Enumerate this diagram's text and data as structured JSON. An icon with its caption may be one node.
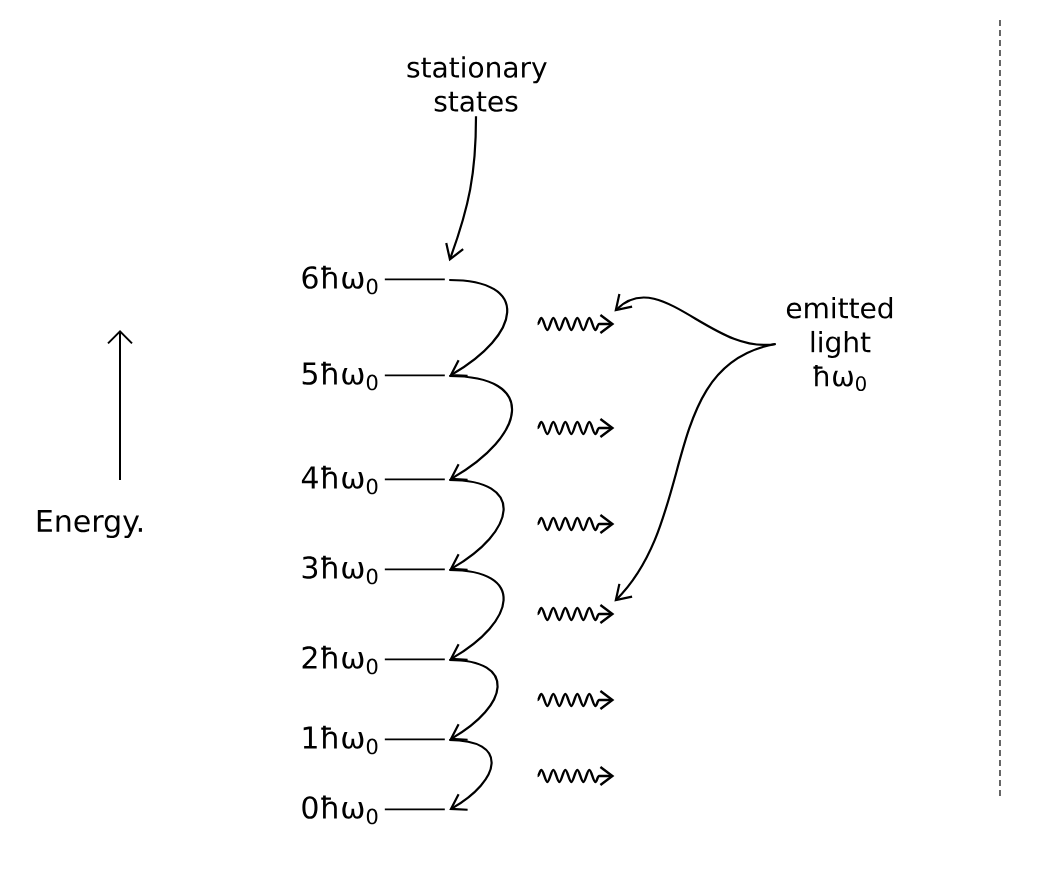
{
  "diagram": {
    "nodes": [
      {
        "text": [
          "stationary states"
        ]
      },
      {
        "text": [
          "6ħω$_{0}$"
        ]
      },
      {
        "text": [
          "5ħω$_{0}$"
        ]
      },
      {
        "text": [
          "4ħω$_{0}$"
        ]
      },
      {
        "text": [
          "3ħω$_{0}$"
        ]
      },
      {
        "text": [
          "2ħω$_{0}$"
        ]
      },
      {
        "text": [
          "1ħω$_{0}$"
        ]
      },
      {
        "text": [
          "0ħω$_{0}$"
        ]
      },
      {
        "text": [
          "emitted light ħω$_{0}$"
        ]
      },
      {
        "text": [],
        "shape": "squiggle"
      },
      {
        "text": [],
        "shape": "squiggle"
      },
      {
        "text": [],
        "shape": "squiggle"
      },
      {
        "text": [],
        "shape": "squiggle"
      },
      {
        "text": [],
        "shape": "squiggle"
      },
      {
        "text": [],
        "shape": "squiggle"
      }
    ],
    "edges": [
      {
        "from": 0,
        "to": 1,
        "arrow": "to"
      },
      {
        "from": 1,
        "to": 2,
        "arrow": "to"
      },
      {
        "from": 2,
        "to": 3,
        "arrow": "to"
      },
      {
        "from": 3,
        "to": 4,
        "arrow": "to"
      },
      {
        "from": 4,
        "to": 5,
        "arrow": "to"
      },
      {
        "from": 5,
        "to": 6,
        "arrow": "to"
      },
      {
        "from": 6,
        "to": 7,
        "arrow": "to"
      },
      {
        "from": 8,
        "to": 9,
        "arrow": "to"
      },
      {
        "from": 8,
        "to": 12,
        "arrow": "to"
      }
    ],
    "labels": [
      "Energy."
    ]
  }
}
